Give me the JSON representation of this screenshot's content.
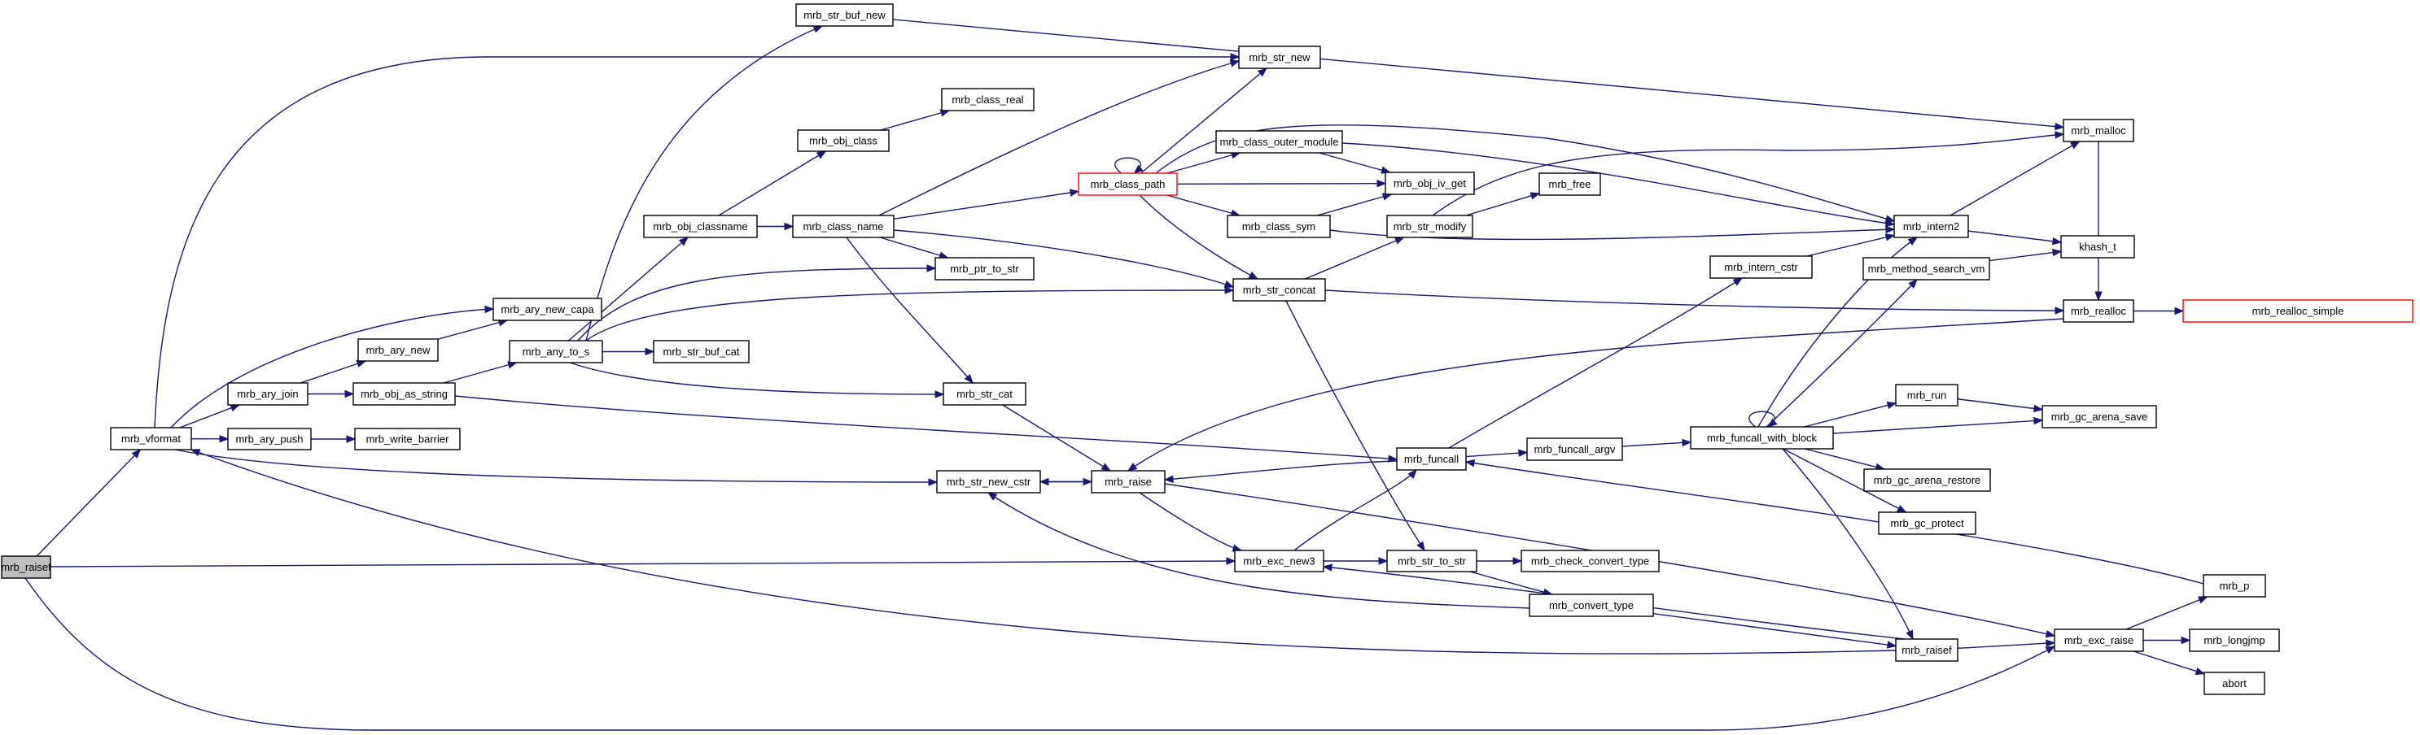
{
  "diagram": {
    "type": "call-graph",
    "nodes": [
      {
        "id": "mrb_raisef_root",
        "label": "mrb_raisef",
        "style": "root"
      },
      {
        "id": "mrb_vformat",
        "label": "mrb_vformat"
      },
      {
        "id": "mrb_ary_join",
        "label": "mrb_ary_join"
      },
      {
        "id": "mrb_ary_new",
        "label": "mrb_ary_new"
      },
      {
        "id": "mrb_ary_new_capa",
        "label": "mrb_ary_new_capa"
      },
      {
        "id": "mrb_ary_push",
        "label": "mrb_ary_push"
      },
      {
        "id": "mrb_write_barrier",
        "label": "mrb_write_barrier"
      },
      {
        "id": "mrb_obj_as_string",
        "label": "mrb_obj_as_string"
      },
      {
        "id": "mrb_any_to_s",
        "label": "mrb_any_to_s"
      },
      {
        "id": "mrb_str_buf_cat",
        "label": "mrb_str_buf_cat"
      },
      {
        "id": "mrb_obj_classname",
        "label": "mrb_obj_classname"
      },
      {
        "id": "mrb_obj_class",
        "label": "mrb_obj_class"
      },
      {
        "id": "mrb_class_real",
        "label": "mrb_class_real"
      },
      {
        "id": "mrb_str_buf_new",
        "label": "mrb_str_buf_new"
      },
      {
        "id": "mrb_class_name",
        "label": "mrb_class_name"
      },
      {
        "id": "mrb_ptr_to_str",
        "label": "mrb_ptr_to_str"
      },
      {
        "id": "mrb_str_cat",
        "label": "mrb_str_cat"
      },
      {
        "id": "mrb_str_new_cstr",
        "label": "mrb_str_new_cstr"
      },
      {
        "id": "mrb_raise",
        "label": "mrb_raise"
      },
      {
        "id": "mrb_str_new",
        "label": "mrb_str_new"
      },
      {
        "id": "mrb_class_path",
        "label": "mrb_class_path",
        "style": "truncated"
      },
      {
        "id": "mrb_str_concat",
        "label": "mrb_str_concat"
      },
      {
        "id": "mrb_exc_new3",
        "label": "mrb_exc_new3"
      },
      {
        "id": "mrb_class_outer_module",
        "label": "mrb_class_outer_module"
      },
      {
        "id": "mrb_obj_iv_get",
        "label": "mrb_obj_iv_get"
      },
      {
        "id": "mrb_class_sym",
        "label": "mrb_class_sym"
      },
      {
        "id": "mrb_str_modify",
        "label": "mrb_str_modify"
      },
      {
        "id": "mrb_free",
        "label": "mrb_free"
      },
      {
        "id": "mrb_funcall",
        "label": "mrb_funcall"
      },
      {
        "id": "mrb_str_to_str",
        "label": "mrb_str_to_str"
      },
      {
        "id": "mrb_funcall_argv",
        "label": "mrb_funcall_argv"
      },
      {
        "id": "mrb_check_convert_type",
        "label": "mrb_check_convert_type"
      },
      {
        "id": "mrb_convert_type",
        "label": "mrb_convert_type"
      },
      {
        "id": "mrb_intern_cstr",
        "label": "mrb_intern_cstr"
      },
      {
        "id": "mrb_funcall_with_block",
        "label": "mrb_funcall_with_block"
      },
      {
        "id": "mrb_method_search_vm",
        "label": "mrb_method_search_vm"
      },
      {
        "id": "mrb_run",
        "label": "mrb_run"
      },
      {
        "id": "mrb_gc_arena_restore",
        "label": "mrb_gc_arena_restore"
      },
      {
        "id": "mrb_gc_protect",
        "label": "mrb_gc_protect"
      },
      {
        "id": "mrb_raisef",
        "label": "mrb_raisef"
      },
      {
        "id": "mrb_intern2",
        "label": "mrb_intern2"
      },
      {
        "id": "mrb_malloc",
        "label": "mrb_malloc"
      },
      {
        "id": "khash_t",
        "label": "khash_t"
      },
      {
        "id": "mrb_realloc",
        "label": "mrb_realloc"
      },
      {
        "id": "mrb_gc_arena_save",
        "label": "mrb_gc_arena_save"
      },
      {
        "id": "mrb_exc_raise",
        "label": "mrb_exc_raise"
      },
      {
        "id": "mrb_p",
        "label": "mrb_p"
      },
      {
        "id": "mrb_longjmp",
        "label": "mrb_longjmp"
      },
      {
        "id": "abort",
        "label": "abort"
      },
      {
        "id": "mrb_realloc_simple",
        "label": "mrb_realloc_simple",
        "style": "truncated"
      }
    ],
    "edges": [
      [
        "mrb_raisef_root",
        "mrb_vformat"
      ],
      [
        "mrb_raisef_root",
        "mrb_exc_new3"
      ],
      [
        "mrb_raisef_root",
        "mrb_exc_raise"
      ],
      [
        "mrb_vformat",
        "mrb_ary_join"
      ],
      [
        "mrb_vformat",
        "mrb_ary_push"
      ],
      [
        "mrb_vformat",
        "mrb_ary_new_capa"
      ],
      [
        "mrb_vformat",
        "mrb_str_new"
      ],
      [
        "mrb_vformat",
        "mrb_str_new_cstr"
      ],
      [
        "mrb_ary_join",
        "mrb_ary_new"
      ],
      [
        "mrb_ary_join",
        "mrb_obj_as_string"
      ],
      [
        "mrb_ary_new",
        "mrb_ary_new_capa"
      ],
      [
        "mrb_ary_push",
        "mrb_write_barrier"
      ],
      [
        "mrb_obj_as_string",
        "mrb_any_to_s"
      ],
      [
        "mrb_obj_as_string",
        "mrb_funcall"
      ],
      [
        "mrb_any_to_s",
        "mrb_str_buf_cat"
      ],
      [
        "mrb_any_to_s",
        "mrb_obj_classname"
      ],
      [
        "mrb_any_to_s",
        "mrb_str_buf_new"
      ],
      [
        "mrb_any_to_s",
        "mrb_ptr_to_str"
      ],
      [
        "mrb_any_to_s",
        "mrb_str_cat"
      ],
      [
        "mrb_any_to_s",
        "mrb_str_concat"
      ],
      [
        "mrb_obj_classname",
        "mrb_obj_class"
      ],
      [
        "mrb_obj_classname",
        "mrb_class_name"
      ],
      [
        "mrb_obj_class",
        "mrb_class_real"
      ],
      [
        "mrb_str_buf_new",
        "mrb_malloc"
      ],
      [
        "mrb_class_name",
        "mrb_str_new"
      ],
      [
        "mrb_class_name",
        "mrb_class_path"
      ],
      [
        "mrb_class_name",
        "mrb_ptr_to_str"
      ],
      [
        "mrb_class_name",
        "mrb_str_concat"
      ],
      [
        "mrb_class_name",
        "mrb_str_cat"
      ],
      [
        "mrb_str_cat",
        "mrb_raise"
      ],
      [
        "mrb_raise",
        "mrb_str_new_cstr"
      ],
      [
        "mrb_raise",
        "mrb_exc_new3"
      ],
      [
        "mrb_raise",
        "mrb_exc_raise"
      ],
      [
        "mrb_str_new_cstr",
        "mrb_raise"
      ],
      [
        "mrb_class_path",
        "mrb_class_path"
      ],
      [
        "mrb_class_path",
        "mrb_str_new"
      ],
      [
        "mrb_class_path",
        "mrb_class_outer_module"
      ],
      [
        "mrb_class_path",
        "mrb_obj_iv_get"
      ],
      [
        "mrb_class_path",
        "mrb_class_sym"
      ],
      [
        "mrb_class_path",
        "mrb_str_concat"
      ],
      [
        "mrb_class_path",
        "mrb_intern2"
      ],
      [
        "mrb_class_outer_module",
        "mrb_obj_iv_get"
      ],
      [
        "mrb_class_outer_module",
        "mrb_intern2"
      ],
      [
        "mrb_class_sym",
        "mrb_obj_iv_get"
      ],
      [
        "mrb_class_sym",
        "mrb_intern2"
      ],
      [
        "mrb_str_concat",
        "mrb_str_modify"
      ],
      [
        "mrb_str_concat",
        "mrb_realloc"
      ],
      [
        "mrb_str_concat",
        "mrb_str_to_str"
      ],
      [
        "mrb_str_modify",
        "mrb_free"
      ],
      [
        "mrb_str_modify",
        "mrb_malloc"
      ],
      [
        "mrb_exc_new3",
        "mrb_funcall"
      ],
      [
        "mrb_exc_new3",
        "mrb_str_to_str"
      ],
      [
        "mrb_funcall",
        "mrb_raise"
      ],
      [
        "mrb_funcall",
        "mrb_funcall_argv"
      ],
      [
        "mrb_funcall",
        "mrb_intern_cstr"
      ],
      [
        "mrb_funcall_argv",
        "mrb_funcall_with_block"
      ],
      [
        "mrb_str_to_str",
        "mrb_check_convert_type"
      ],
      [
        "mrb_str_to_str",
        "mrb_convert_type"
      ],
      [
        "mrb_convert_type",
        "mrb_str_new_cstr"
      ],
      [
        "mrb_convert_type",
        "mrb_raisef"
      ],
      [
        "mrb_intern_cstr",
        "mrb_intern2"
      ],
      [
        "mrb_funcall_with_block",
        "mrb_funcall_with_block"
      ],
      [
        "mrb_funcall_with_block",
        "mrb_intern2"
      ],
      [
        "mrb_funcall_with_block",
        "mrb_method_search_vm"
      ],
      [
        "mrb_funcall_with_block",
        "mrb_run"
      ],
      [
        "mrb_funcall_with_block",
        "mrb_gc_arena_save"
      ],
      [
        "mrb_funcall_with_block",
        "mrb_gc_arena_restore"
      ],
      [
        "mrb_funcall_with_block",
        "mrb_gc_protect"
      ],
      [
        "mrb_funcall_with_block",
        "mrb_raisef"
      ],
      [
        "mrb_method_search_vm",
        "khash_t"
      ],
      [
        "mrb_run",
        "mrb_gc_arena_save"
      ],
      [
        "mrb_raisef",
        "mrb_vformat"
      ],
      [
        "mrb_raisef",
        "mrb_exc_new3"
      ],
      [
        "mrb_raisef",
        "mrb_exc_raise"
      ],
      [
        "mrb_intern2",
        "mrb_malloc"
      ],
      [
        "mrb_intern2",
        "khash_t"
      ],
      [
        "mrb_malloc",
        "mrb_realloc"
      ],
      [
        "mrb_realloc",
        "mrb_realloc_simple"
      ],
      [
        "mrb_realloc",
        "mrb_raise"
      ],
      [
        "mrb_exc_raise",
        "mrb_p"
      ],
      [
        "mrb_exc_raise",
        "mrb_longjmp"
      ],
      [
        "mrb_exc_raise",
        "abort"
      ],
      [
        "mrb_p",
        "mrb_funcall"
      ]
    ]
  },
  "colors": {
    "edge": "#191970",
    "node_border": "#000000",
    "node_fill": "#ffffff",
    "root_fill": "#bfbfbf",
    "truncated_border": "#ff0000"
  }
}
